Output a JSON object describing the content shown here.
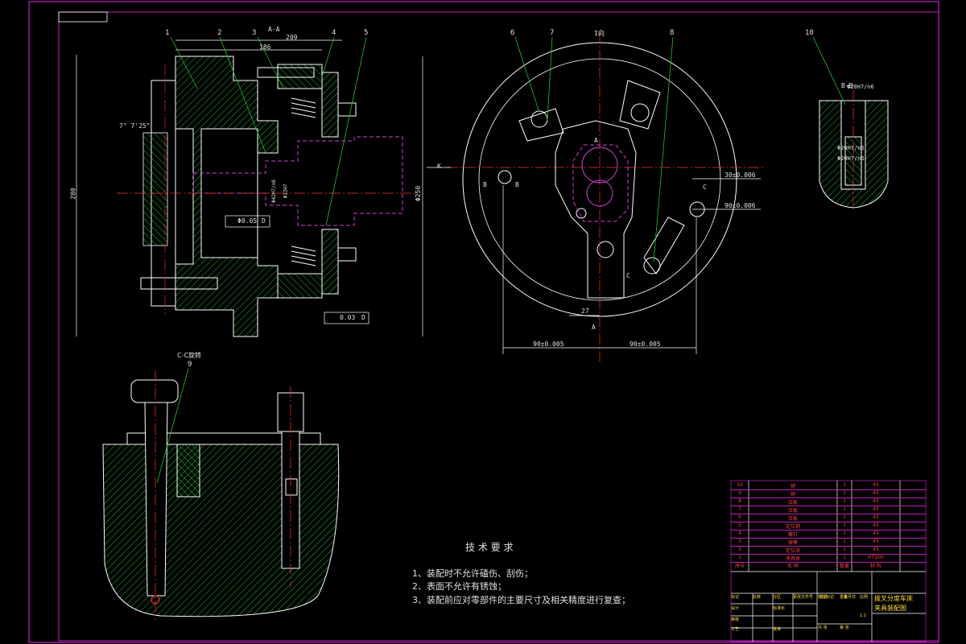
{
  "drawing": {
    "section_aa_label": "A-A",
    "section_bb_label": "B-B",
    "section_cc_label": "C-C旋转",
    "view_i_label": "I向",
    "part_callouts": [
      "1",
      "2",
      "3",
      "4",
      "5",
      "6",
      "7",
      "8",
      "9",
      "10"
    ],
    "dims": {
      "d209": "209",
      "d186": "186",
      "d280": "280",
      "d250": "Φ250",
      "flat": "0.03",
      "flat_ref": "D",
      "conc": "Φ0.05",
      "conc_ref": "D",
      "angle": "7° 7'25\"",
      "d27": "27",
      "left90": "90±0.005",
      "right90": "90±0.005",
      "v30": "30±0.006",
      "v90": "90±0.006",
      "bb_fit1": "Φ20H7/n6",
      "bb_fit2": "Φ20H7/n6",
      "bb_fit3": "Φ20H7/n6",
      "fit_aa1": "Φ42H7/n6",
      "fit_aa2": "Φ22H7",
      "sec_letters": [
        "B",
        "B",
        "C",
        "C",
        "K",
        "A",
        "A"
      ]
    }
  },
  "notes": {
    "title": "技 术 要 求",
    "items": [
      "1、装配时不允许磕伤、刮伤；",
      "2、表面不允许有锈蚀；",
      "3、装配前应对零部件的主要尺寸及相关精度进行复查；"
    ]
  },
  "title_block": {
    "name_line1": "拨叉分度车床",
    "name_line2": "夹具装配图",
    "bom_rows": [
      [
        "10",
        "销",
        "1",
        "45"
      ],
      [
        "9",
        "销",
        "1",
        "45"
      ],
      [
        "8",
        "压板",
        "1",
        "45"
      ],
      [
        "7",
        "压板",
        "1",
        "45"
      ],
      [
        "6",
        "压板",
        "1",
        "45"
      ],
      [
        "5",
        "定位销",
        "1",
        "45"
      ],
      [
        "4",
        "螺钉",
        "1",
        "45"
      ],
      [
        "3",
        "弹簧",
        "1",
        "45"
      ],
      [
        "2",
        "定位块",
        "1",
        "45"
      ],
      [
        "1",
        "夹具体",
        "1",
        "HT200"
      ]
    ],
    "bom_header": [
      "序号",
      "名 称",
      "数量",
      "材 料"
    ],
    "cells": [
      "标记",
      "处数",
      "分区",
      "更改文件号",
      "签名",
      "年月日",
      "设计",
      "标准化",
      "审核",
      "工艺",
      "批准",
      "阶段标记",
      "重量",
      "比例",
      "共 张",
      "第 张",
      "1:1"
    ]
  }
}
